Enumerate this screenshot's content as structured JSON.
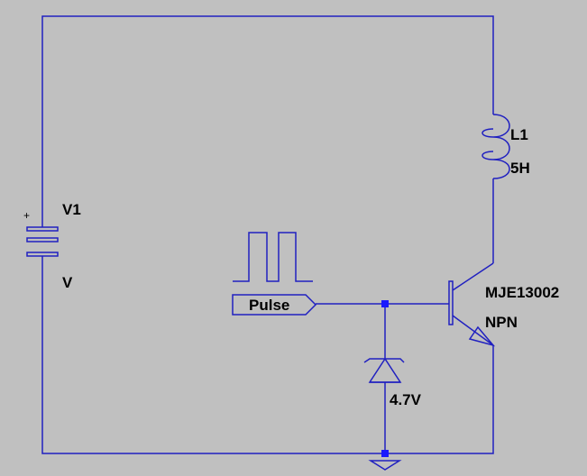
{
  "colors": {
    "background": "#c0c0c0",
    "wire": "#2020c0",
    "junction": "#1a1aff",
    "text": "#000000"
  },
  "battery": {
    "name": "V1",
    "value": "V",
    "plus_sign": "+",
    "icon": "battery-icon"
  },
  "inductor": {
    "name": "L1",
    "value": "5H",
    "icon": "inductor-icon"
  },
  "transistor": {
    "model": "MJE13002",
    "type": "NPN",
    "icon": "npn-transistor-icon"
  },
  "zener": {
    "value": "4.7V",
    "icon": "zener-diode-icon"
  },
  "pulse_source": {
    "label": "Pulse",
    "icon": "pulse-waveform-icon"
  },
  "ground": {
    "icon": "ground-icon"
  }
}
